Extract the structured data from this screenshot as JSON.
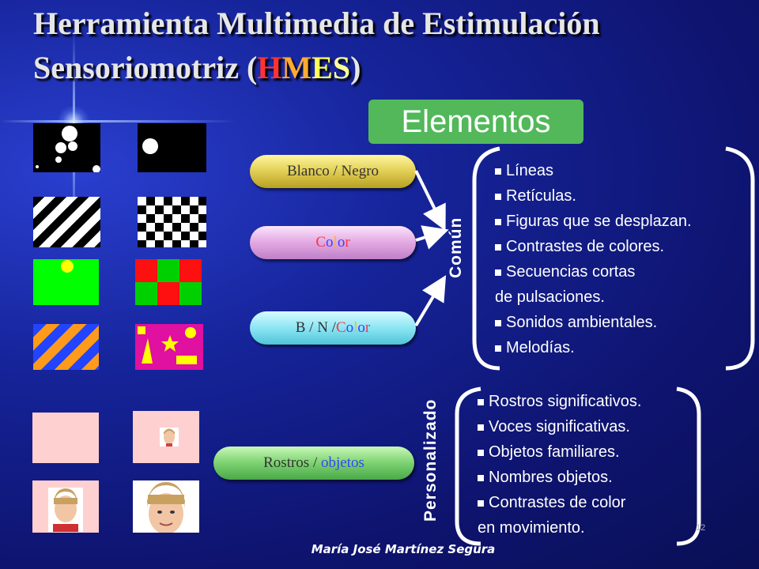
{
  "title": {
    "line1": "Herramienta Multimedia de Estimulación",
    "line2_prefix": "Sensoriomotriz (",
    "hmes_letters": [
      "H",
      "M",
      "E",
      "S"
    ],
    "line2_suffix": ")"
  },
  "elementos": "Elementos",
  "pills": {
    "blanco_negro": "Blanco / Negro",
    "color_letters": [
      "C",
      "o",
      "l",
      "o",
      "r"
    ],
    "bn_prefix": "B / N /",
    "bn_color_letters": [
      "C",
      "o",
      "l",
      "o",
      "r"
    ],
    "rostros": "Rostros",
    "slash": " / ",
    "objetos": "objetos"
  },
  "labels": {
    "comun": "Común",
    "personalizado": "Personalizado"
  },
  "comun_items": [
    "Líneas",
    "Retículas.",
    "Figuras que se desplazan.",
    "Contrastes de colores.",
    "Secuencias cortas",
    "de pulsaciones.",
    "Sonidos ambientales.",
    "Melodías."
  ],
  "personalizado_items": [
    "Rostros significativos.",
    "Voces significativas.",
    "Objetos familiares.",
    "Nombres objetos.",
    "Contrastes de color",
    "en movimiento."
  ],
  "footer": "María José Martínez Segura",
  "page_number": "12",
  "colors": {
    "title_h": "#ff3333",
    "title_m": "#ffaa33",
    "title_e": "#ffff55",
    "title_s": "#ffff99",
    "elementos_bg": "#52b85a",
    "letter_colors": [
      "#ff3344",
      "#3344ff",
      "#ffbb00",
      "#3344ff",
      "#ff3344"
    ]
  }
}
